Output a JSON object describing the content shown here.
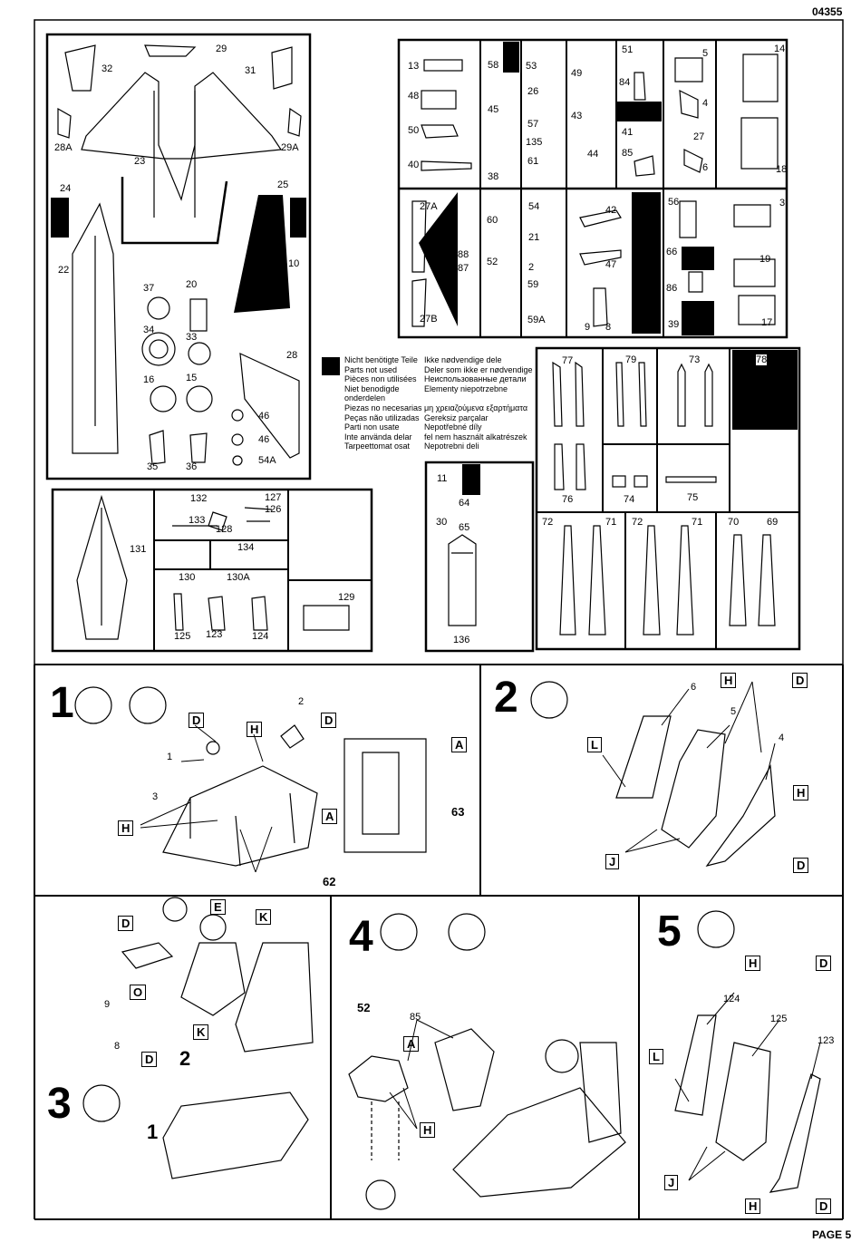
{
  "header": {
    "code": "04355"
  },
  "footer": {
    "page": "PAGE 5"
  },
  "legend": {
    "lines": [
      [
        "Nicht benötigte Teile",
        "Ikke nødvendige dele"
      ],
      [
        "Parts not used",
        "Deler som ikke er nødvendige"
      ],
      [
        "Pièces non utilisées",
        "Неиспользованные детали"
      ],
      [
        "Niet benodigde onderdelen",
        "Elementy niepotrzebne"
      ],
      [
        "Piezas no necesarias",
        "μη χρειαζούμενα εξαρτήματα"
      ],
      [
        "Peças não utilizadas",
        "Gereksiz parçalar"
      ],
      [
        "Parti non usate",
        "Nepotřebné díly"
      ],
      [
        "Inte använda delar",
        "fel nem használt alkatrészek"
      ],
      [
        "Tarpeettomat osat",
        "Nepotrebni deli"
      ]
    ]
  },
  "sprue_labels": {
    "a": [
      "29",
      "32",
      "31",
      "28A",
      "29A",
      "23",
      "24",
      "25",
      "22",
      "10",
      "37",
      "20",
      "34",
      "33",
      "16",
      "15",
      "35",
      "36",
      "28",
      "46",
      "46",
      "54A"
    ],
    "b": [
      "13",
      "48",
      "50",
      "40",
      "58",
      "45",
      "38",
      "53",
      "26",
      "57",
      "135",
      "61",
      "49",
      "43",
      "44",
      "51",
      "84",
      "41",
      "85",
      "5",
      "4",
      "27",
      "6",
      "14",
      "18"
    ],
    "c": [
      "27A",
      "88",
      "87",
      "27B",
      "60",
      "52",
      "54",
      "21",
      "2",
      "59",
      "59A",
      "42",
      "47",
      "9",
      "8",
      "56",
      "3",
      "66",
      "19",
      "86",
      "39",
      "17"
    ],
    "d": [
      "131",
      "132",
      "127",
      "126",
      "133",
      "128",
      "134",
      "130",
      "130A",
      "129",
      "125",
      "123",
      "124",
      "11",
      "64",
      "30",
      "65",
      "136"
    ],
    "e": [
      "77",
      "79",
      "73",
      "78",
      "76",
      "74",
      "75",
      "72",
      "71",
      "72",
      "71",
      "70",
      "69"
    ]
  },
  "steps": [
    {
      "num": "1",
      "callouts": [
        "D",
        "H",
        "D",
        "A",
        "A",
        "H"
      ],
      "parts": [
        "1",
        "2",
        "3"
      ],
      "refs": [
        "62",
        "63"
      ]
    },
    {
      "num": "2",
      "callouts": [
        "H",
        "D",
        "L",
        "H",
        "D",
        "J"
      ],
      "parts": [
        "6",
        "5",
        "4"
      ]
    },
    {
      "num": "3",
      "callouts": [
        "E",
        "D",
        "K",
        "O",
        "K",
        "D"
      ],
      "parts": [
        "9",
        "8",
        "2",
        "1"
      ]
    },
    {
      "num": "4",
      "callouts": [
        "A",
        "H"
      ],
      "parts": [
        "52",
        "85"
      ]
    },
    {
      "num": "5",
      "callouts": [
        "H",
        "D",
        "L",
        "J",
        "H",
        "D"
      ],
      "parts": [
        "124",
        "125",
        "123"
      ]
    }
  ]
}
